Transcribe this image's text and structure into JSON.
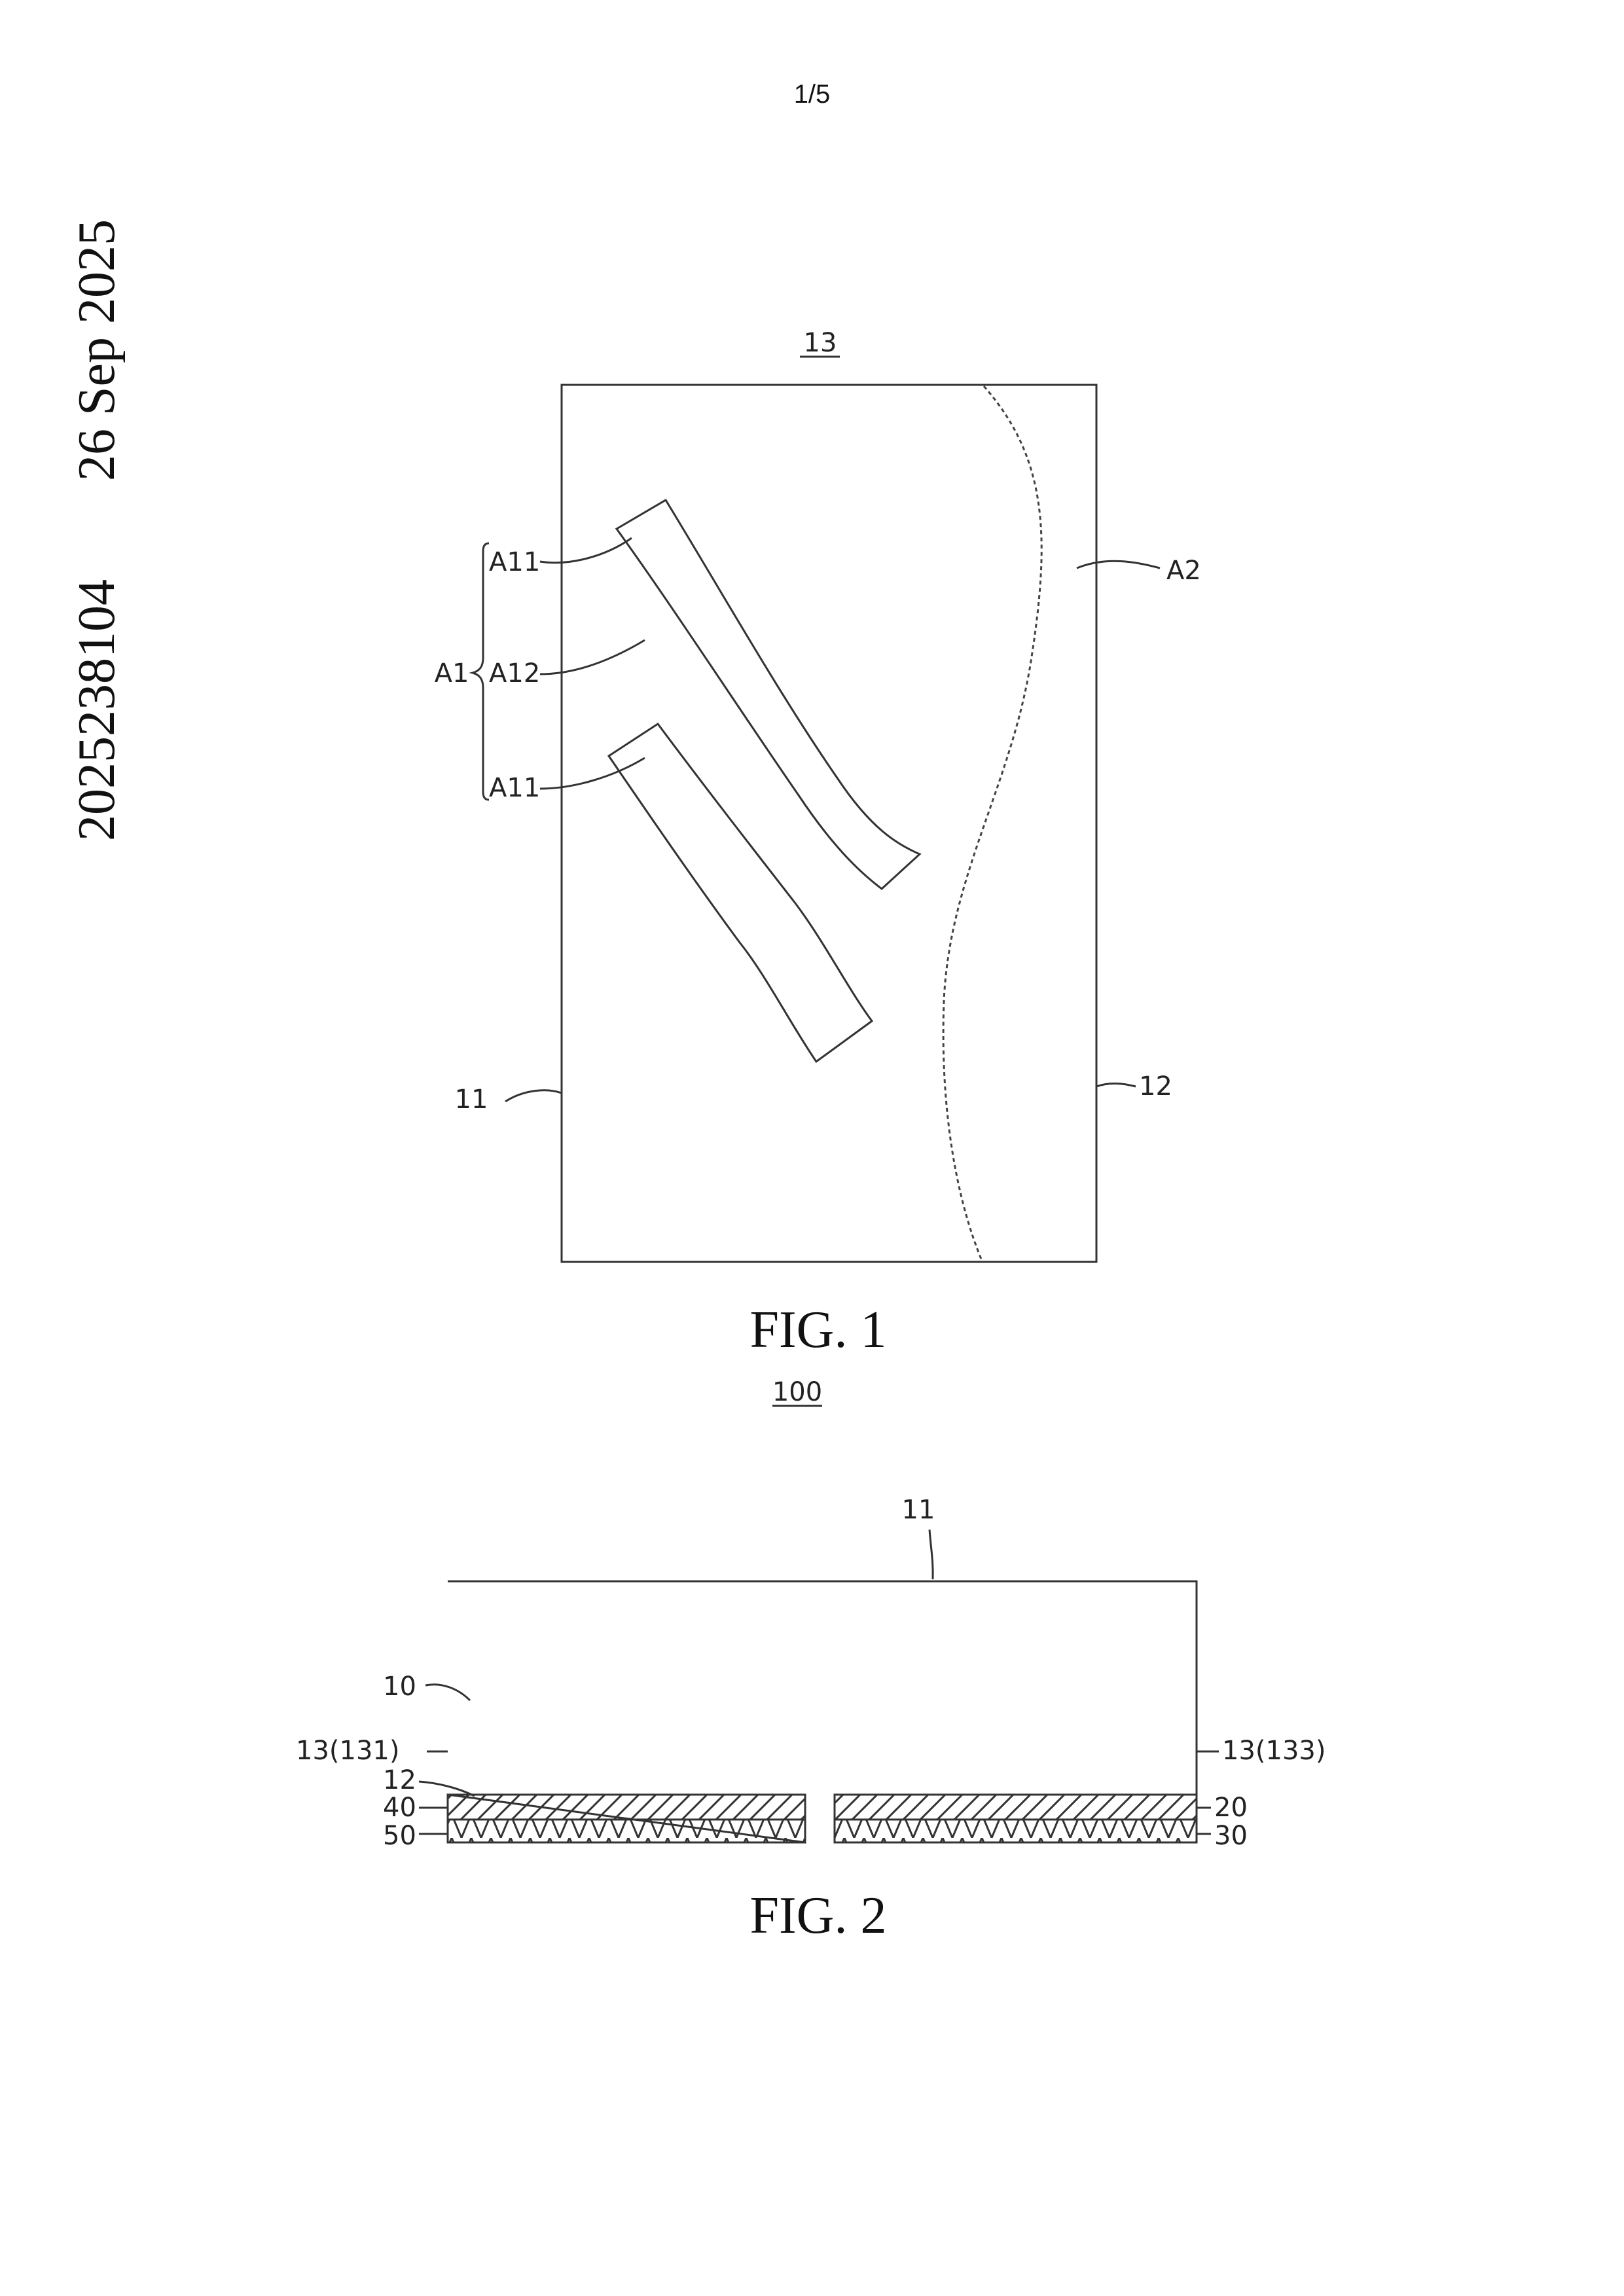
{
  "page": {
    "page_number": "1/5"
  },
  "margin": {
    "date": "26 Sep 2025",
    "application_number": "2025238104"
  },
  "fig1": {
    "caption": "FIG. 1",
    "label_13": "13",
    "label_a1": "A1",
    "label_a11_top": "A11",
    "label_a12": "A12",
    "label_a11_bottom": "A11",
    "label_a2": "A2",
    "label_11": "11",
    "label_12": "12"
  },
  "fig2": {
    "caption": "FIG. 2",
    "label_100": "100",
    "label_11": "11",
    "label_10": "10",
    "label_13_131": "13(131)",
    "label_13_133": "13(133)",
    "label_12": "12",
    "label_40": "40",
    "label_50": "50",
    "label_20": "20",
    "label_30": "30"
  }
}
